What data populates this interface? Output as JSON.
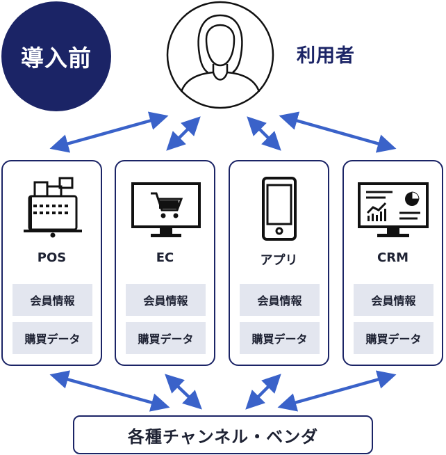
{
  "badge": {
    "label": "導入前"
  },
  "user": {
    "label": "利用者",
    "icon": "user-icon"
  },
  "systems": [
    {
      "name": "POS",
      "icon": "pos-register-icon",
      "member_info": "会員情報",
      "purchase_data": "購買データ"
    },
    {
      "name": "EC",
      "icon": "shopping-cart-monitor-icon",
      "member_info": "会員情報",
      "purchase_data": "購買データ"
    },
    {
      "name": "アプリ",
      "icon": "smartphone-icon",
      "member_info": "会員情報",
      "purchase_data": "購買データ"
    },
    {
      "name": "CRM",
      "icon": "analytics-monitor-icon",
      "member_info": "会員情報",
      "purchase_data": "購買データ"
    }
  ],
  "vendor": {
    "label": "各種チャンネル・ベンダ"
  },
  "colors": {
    "navy": "#1b2466",
    "arrow": "#3a62c9",
    "info_bg": "#e3e6ef"
  }
}
